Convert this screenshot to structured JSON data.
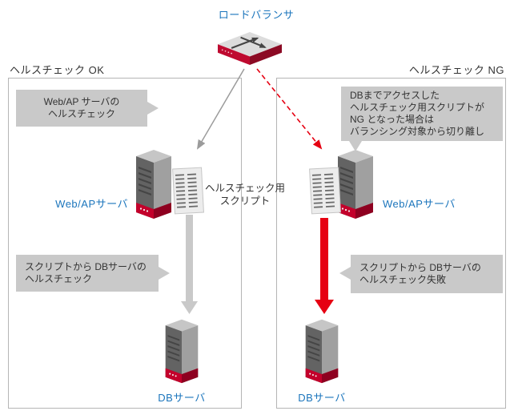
{
  "load_balancer": {
    "label": "ロードバランサ"
  },
  "center_label": "ヘルスチェック用\nスクリプト",
  "left_panel": {
    "header": "ヘルスチェック OK",
    "callout_top": "Web/AP サーバの\nヘルスチェック",
    "web_server_label": "Web/APサーバ",
    "callout_bottom": "スクリプトから DBサーバの\nヘルスチェック",
    "db_server_label": "DBサーバ"
  },
  "right_panel": {
    "header": "ヘルスチェック NG",
    "callout_top": "DBまでアクセスした\nヘルスチェック用スクリプトが\nNG となった場合は\nバランシング対象から切り離し",
    "web_server_label": "Web/APサーバ",
    "callout_bottom": "スクリプトから DBサーバの\nヘルスチェック失敗",
    "db_server_label": "DBサーバ"
  },
  "colors": {
    "accent_blue": "#1b75bc",
    "alert_red": "#e60012",
    "callout_gray": "#c9c9c9",
    "server_red": "#c3002b",
    "neutral_arrow_gray": "#9b9b9b"
  }
}
